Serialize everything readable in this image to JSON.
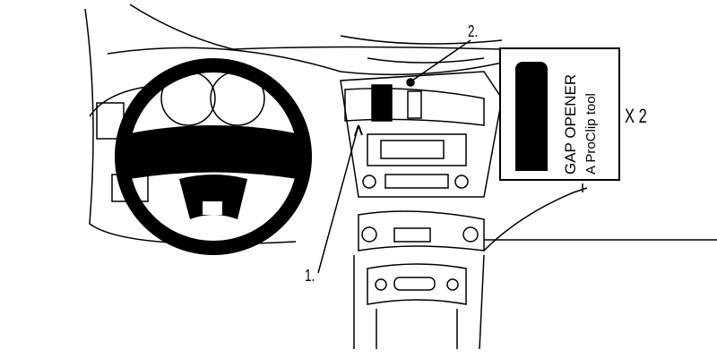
{
  "callouts": {
    "one": "1.",
    "two": "2."
  },
  "tool": {
    "name": "GAP OPENER",
    "subtitle": "A ProClip tool",
    "quantity": "X 2"
  }
}
